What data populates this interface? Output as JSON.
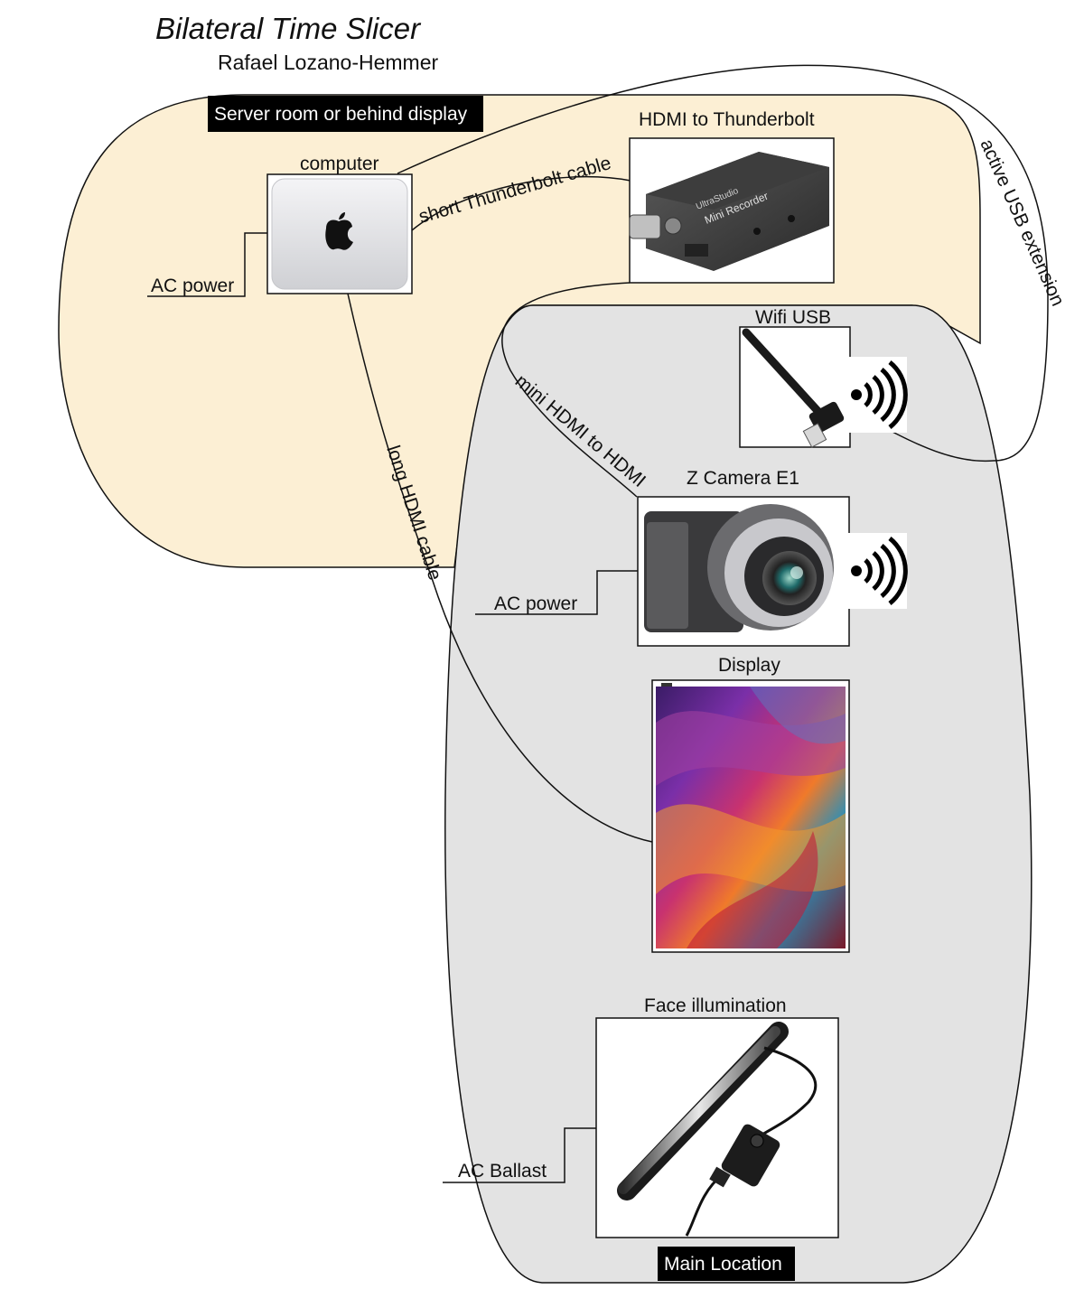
{
  "diagram": {
    "title": "Bilateral Time Slicer",
    "author": "Rafael Lozano-Hemmer",
    "zones": {
      "server": {
        "label": "Server room or behind display",
        "fill": "#fcefd4"
      },
      "main": {
        "label": "Main Location",
        "fill": "#e3e3e3"
      }
    },
    "devices": {
      "computer": {
        "label": "computer"
      },
      "hdmi_converter": {
        "label": "HDMI to Thunderbolt",
        "product_text_1": "UltraStudio",
        "product_text_2": "Mini Recorder"
      },
      "wifi_usb": {
        "label": "Wifi USB"
      },
      "camera": {
        "label": "Z Camera E1"
      },
      "display": {
        "label": "Display"
      },
      "light": {
        "label": "Face illumination"
      }
    },
    "cables": {
      "short_thunderbolt": "short Thunderbolt cable",
      "mini_hdmi": "mini HDMI to HDMI",
      "long_hdmi": "long HDMI cable",
      "usb_extension": "active USB extension"
    },
    "power": {
      "computer": "AC power",
      "camera": "AC power",
      "light": "AC Ballast"
    }
  }
}
